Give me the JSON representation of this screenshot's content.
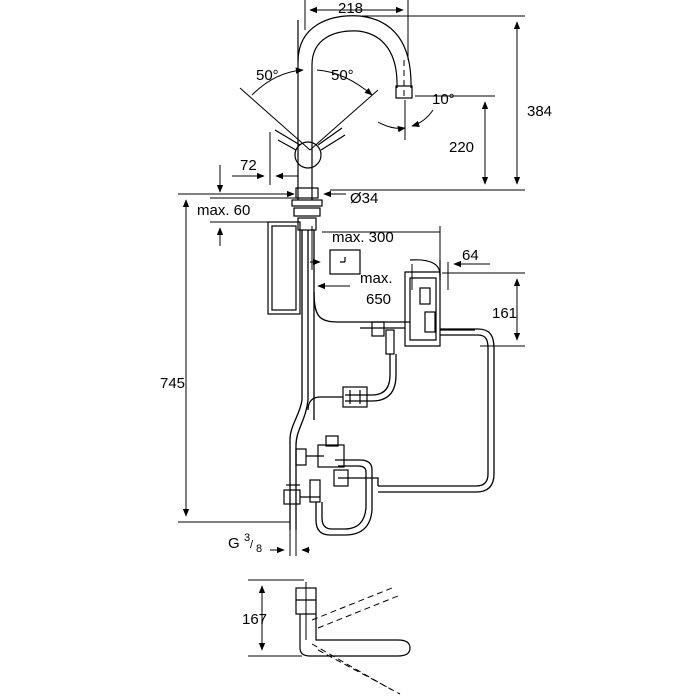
{
  "diagram": {
    "dims": {
      "d218": "218",
      "d384": "384",
      "d220": "220",
      "d72": "72",
      "dia34": "Ø34",
      "max60": "max. 60",
      "max300": "max. 300",
      "d64": "64",
      "max650_a": "max.",
      "max650_b": "650",
      "d161": "161",
      "d745": "745",
      "d167": "167",
      "thread_g": "G",
      "thread_num": "3",
      "thread_den": "8"
    },
    "angles": {
      "left": "50°",
      "right": "50°",
      "spout": "10°"
    }
  }
}
